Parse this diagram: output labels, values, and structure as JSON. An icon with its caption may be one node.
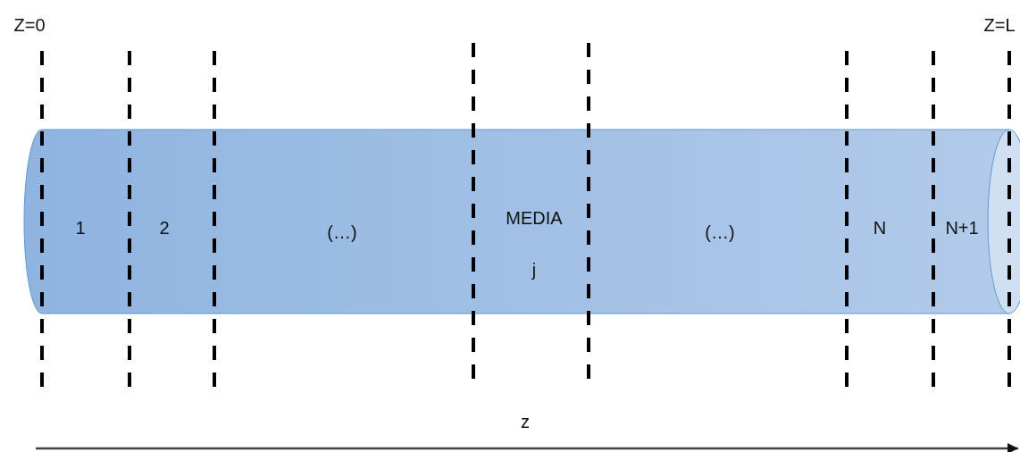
{
  "diagram": {
    "nodes": [
      {
        "text": [
          "1",
          "2",
          "(…)",
          "MEDIA j",
          "(…)",
          "N",
          "N+1"
        ]
      }
    ],
    "edges": [],
    "labels": [
      "Z=0",
      "Z=L",
      "z"
    ]
  }
}
